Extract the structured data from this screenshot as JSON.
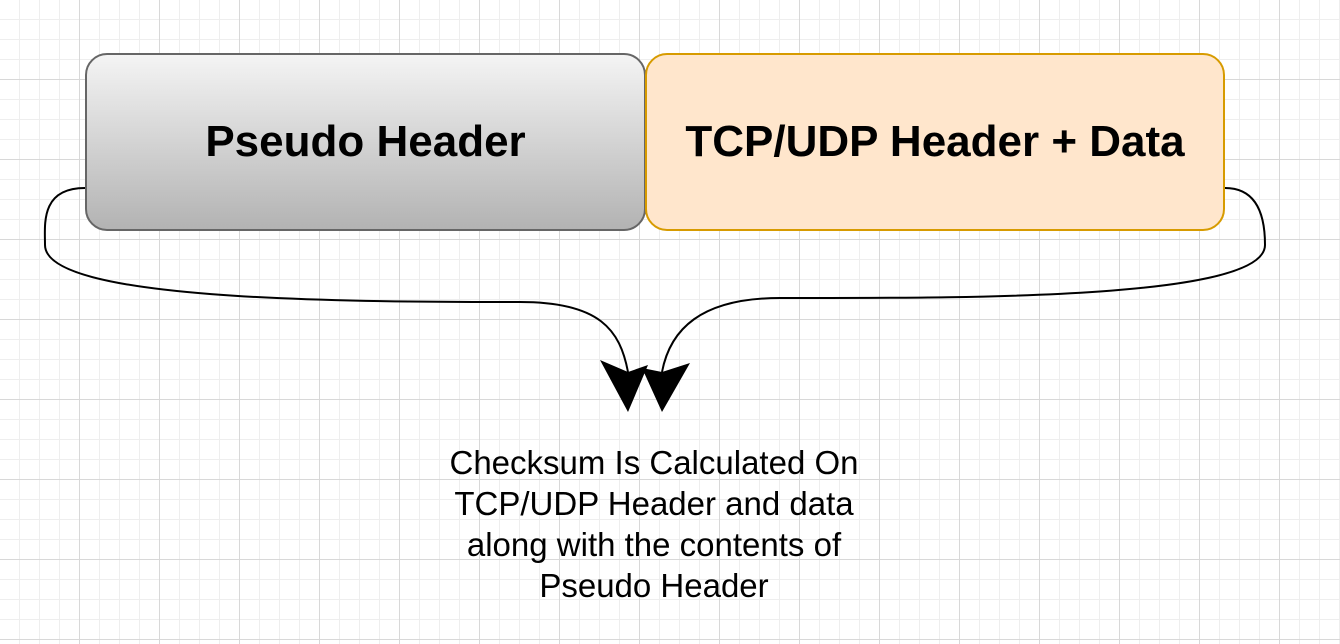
{
  "diagram": {
    "boxes": [
      {
        "label": "Pseudo Header",
        "fill": "#cccccc",
        "stroke": "#666666"
      },
      {
        "label": "TCP/UDP Header + Data",
        "fill": "#ffe6cc",
        "stroke": "#d79b00"
      }
    ],
    "caption_lines": [
      "Checksum Is Calculated On",
      "TCP/UDP Header and data",
      "along with the contents of",
      "Pseudo Header"
    ],
    "connector_color": "#000000"
  }
}
